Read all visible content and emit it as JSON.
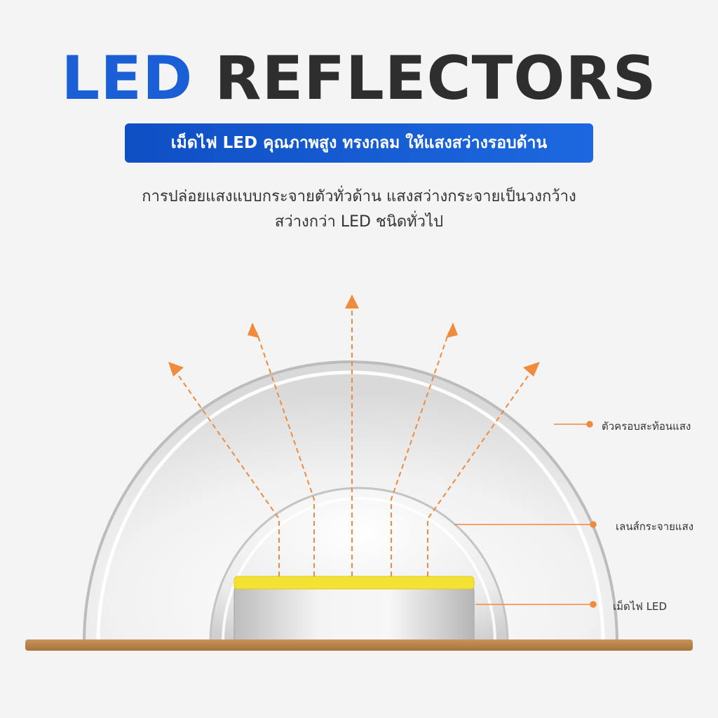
{
  "title": {
    "part1": "LED",
    "part2": "REFLECTORS"
  },
  "subtitle": "เม็ดไฟ LED คุณภาพสูง ทรงกลม ให้แสงสว่างรอบด้าน",
  "description": {
    "line1": "การปล่อยแสงแบบกระจายตัวทั่วด้าน แสงสว่างกระจายเป็นวงกว้าง",
    "line2": "สว่างกว่า LED ชนิดทั่วไป"
  },
  "callouts": {
    "reflector": "ตัวครอบสะท้อนแสง",
    "lens": "เลนส์กระจายแสง",
    "led": "เม็ดไฟ LED"
  },
  "colors": {
    "title_blue": "#1a5fd6",
    "title_dark": "#2e2e2e",
    "banner": "#1a5fd6",
    "arrow": "#f08a3c",
    "led_top": "#f2e234",
    "base": "#b8834a"
  }
}
